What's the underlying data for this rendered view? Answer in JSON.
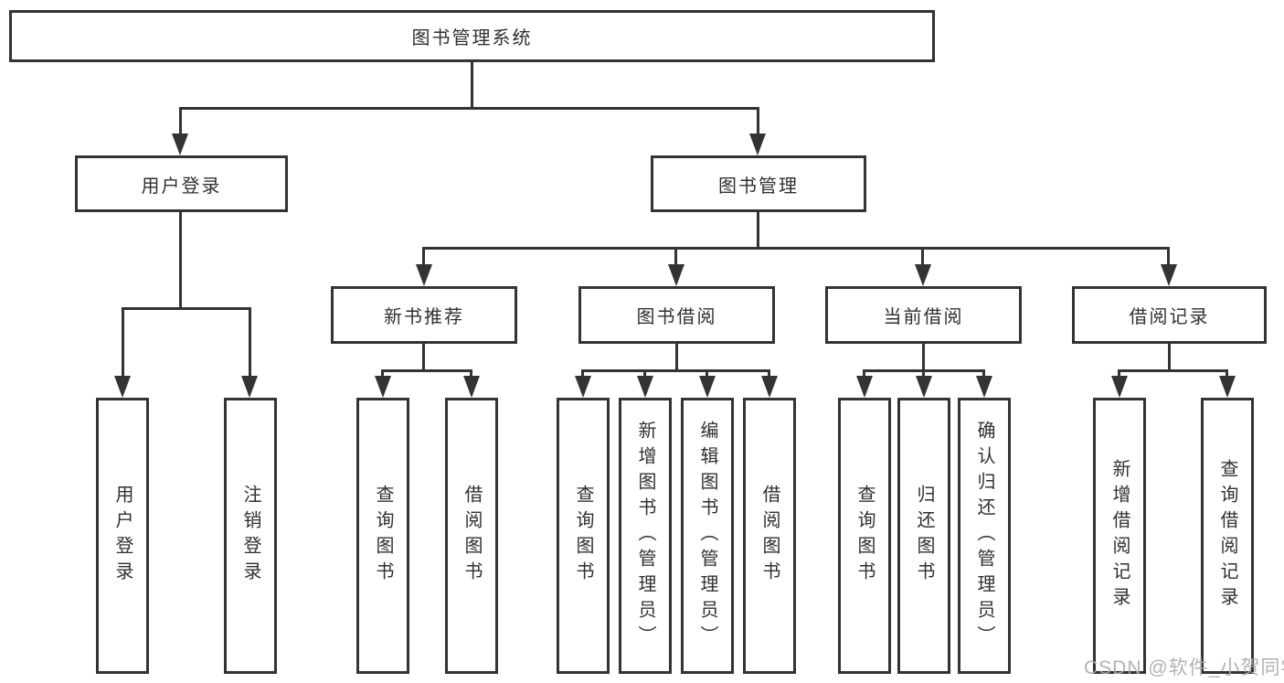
{
  "colors": {
    "line": "#333333",
    "text": "#303030",
    "background": "#ffffff",
    "watermark": "#aaaaaa"
  },
  "watermark": {
    "text": "CSDN @软件_小贺同学"
  },
  "diagram": {
    "type": "hierarchy-tree",
    "root": {
      "label": "图书管理系统"
    },
    "level2": {
      "user_login": {
        "label": "用户登录"
      },
      "book_management": {
        "label": "图书管理"
      }
    },
    "level3": {
      "new_book_recommendation": {
        "label": "新书推荐"
      },
      "book_borrowing": {
        "label": "图书借阅"
      },
      "current_borrowing": {
        "label": "当前借阅"
      },
      "borrowing_records": {
        "label": "借阅记录"
      }
    },
    "leaves": {
      "user_login": [
        "用户登录",
        "注销登录"
      ],
      "new_book_recommendation": [
        "查询图书",
        "借阅图书"
      ],
      "book_borrowing": [
        "查询图书",
        "新增图书（管理员）",
        "编辑图书（管理员）",
        "借阅图书"
      ],
      "current_borrowing": [
        "查询图书",
        "归还图书",
        "确认归还（管理员）"
      ],
      "borrowing_records": [
        "新增借阅记录",
        "查询借阅记录"
      ]
    }
  }
}
